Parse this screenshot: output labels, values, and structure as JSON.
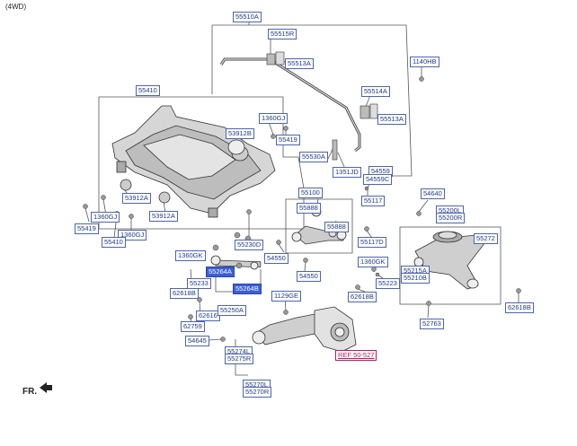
{
  "header": "(4WD)",
  "front_label": "FR.",
  "colors": {
    "label_text": "#1f3a8a",
    "label_border": "#4c64b4",
    "highlight_bg": "#3b5fd6",
    "ref_text": "#c2185b",
    "line": "#555555"
  },
  "highlighted_parts": [
    "55264A",
    "55264B"
  ],
  "parts": {
    "p55510A": "55510A",
    "p55515R": "55515R",
    "p55513A_1": "55513A",
    "p55514A": "55514A",
    "p55513A_2": "55513A",
    "p1140HB": "1140HB",
    "p55410_top": "55410",
    "p1360GJ_1": "1360GJ",
    "p53912B": "53912B",
    "p55419_1": "55419",
    "p55530A": "55530A",
    "p1351JD": "1351JD",
    "p54559": "54559",
    "p54559C": "54559C",
    "p55100": "55100",
    "p54640": "54640",
    "p55117": "55117",
    "p55888_1": "55888",
    "p55888_2": "55888",
    "p53912A_1": "53912A",
    "p53912A_2": "53912A",
    "p1360GJ_2": "1360GJ",
    "p55419_2": "55419",
    "p1360GJ_3": "1360GJ",
    "p55410_bot": "55410",
    "p55230D": "55230D",
    "p55200L": "55200L",
    "p55200R": "55200R",
    "p55272": "55272",
    "p55117D": "55117D",
    "p54550_1": "54550",
    "p1360GK_1": "1360GK",
    "p55264A": "55264A",
    "p55233_1": "55233",
    "p62618B_1": "62618B",
    "p55264B": "55264B",
    "p54550_2": "54550",
    "p1360GK_2": "1360GK",
    "p55223": "55223",
    "p55215A": "55215A",
    "p55210B": "55210B",
    "p62618B_2": "62618B",
    "p62618B_3": "62618B",
    "p1129GE": "1129GE",
    "p62616": "62616",
    "p55250A": "55250A",
    "p62759": "62759",
    "p54645": "54645",
    "p55274L": "55274L",
    "p55275R": "55275R",
    "p52763": "52763",
    "ref": "REF 50-527",
    "p55270L": "55270L",
    "p55270R": "55270R"
  }
}
